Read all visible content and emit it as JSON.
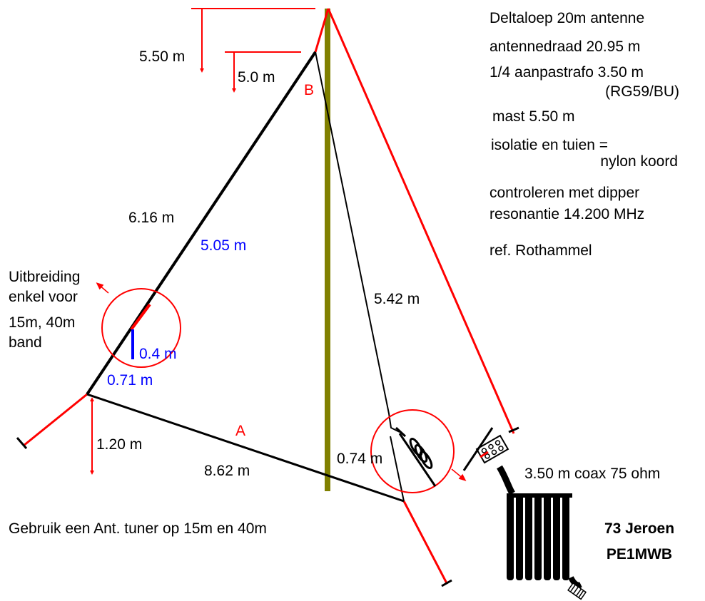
{
  "notes": {
    "line1": "Deltaloep 20m antenne",
    "line2": "antennedraad 20.95 m",
    "line3": "1/4 aanpastrafo 3.50 m",
    "line4": "(RG59/BU)",
    "line5": "mast 5.50 m",
    "line6": "isolatie en tuien =",
    "line7": "nylon koord",
    "line8": "controleren met dipper",
    "line9": "resonantie 14.200 MHz",
    "line10": "ref. Rothammel"
  },
  "dimensions": {
    "mast_height": "5.50 m",
    "apex_height": "5.0 m",
    "left_side": "6.16 m",
    "left_side_inner": "5.05 m",
    "right_side": "5.42 m",
    "bottom_side": "8.62 m",
    "corner_height": "1.20 m",
    "extension_short": "0.4 m",
    "extension_long": "0.71 m",
    "feed_length": "0.74 m"
  },
  "points": {
    "a": "A",
    "b": "B"
  },
  "extension_note": {
    "line1": "Uitbreiding",
    "line2": "enkel voor",
    "line3": "15m, 40m",
    "line4": "band"
  },
  "coax_label": "3.50 m coax 75 ohm",
  "tuner_note": "Gebruik een Ant. tuner op 15m en 40m",
  "signature": {
    "line1": "73 Jeroen",
    "line2": "PE1MWB"
  },
  "colors": {
    "wire": "#000000",
    "guy": "#ff0000",
    "mast": "#808000",
    "extension": "#0000ff",
    "dimension": "#ff0000"
  }
}
